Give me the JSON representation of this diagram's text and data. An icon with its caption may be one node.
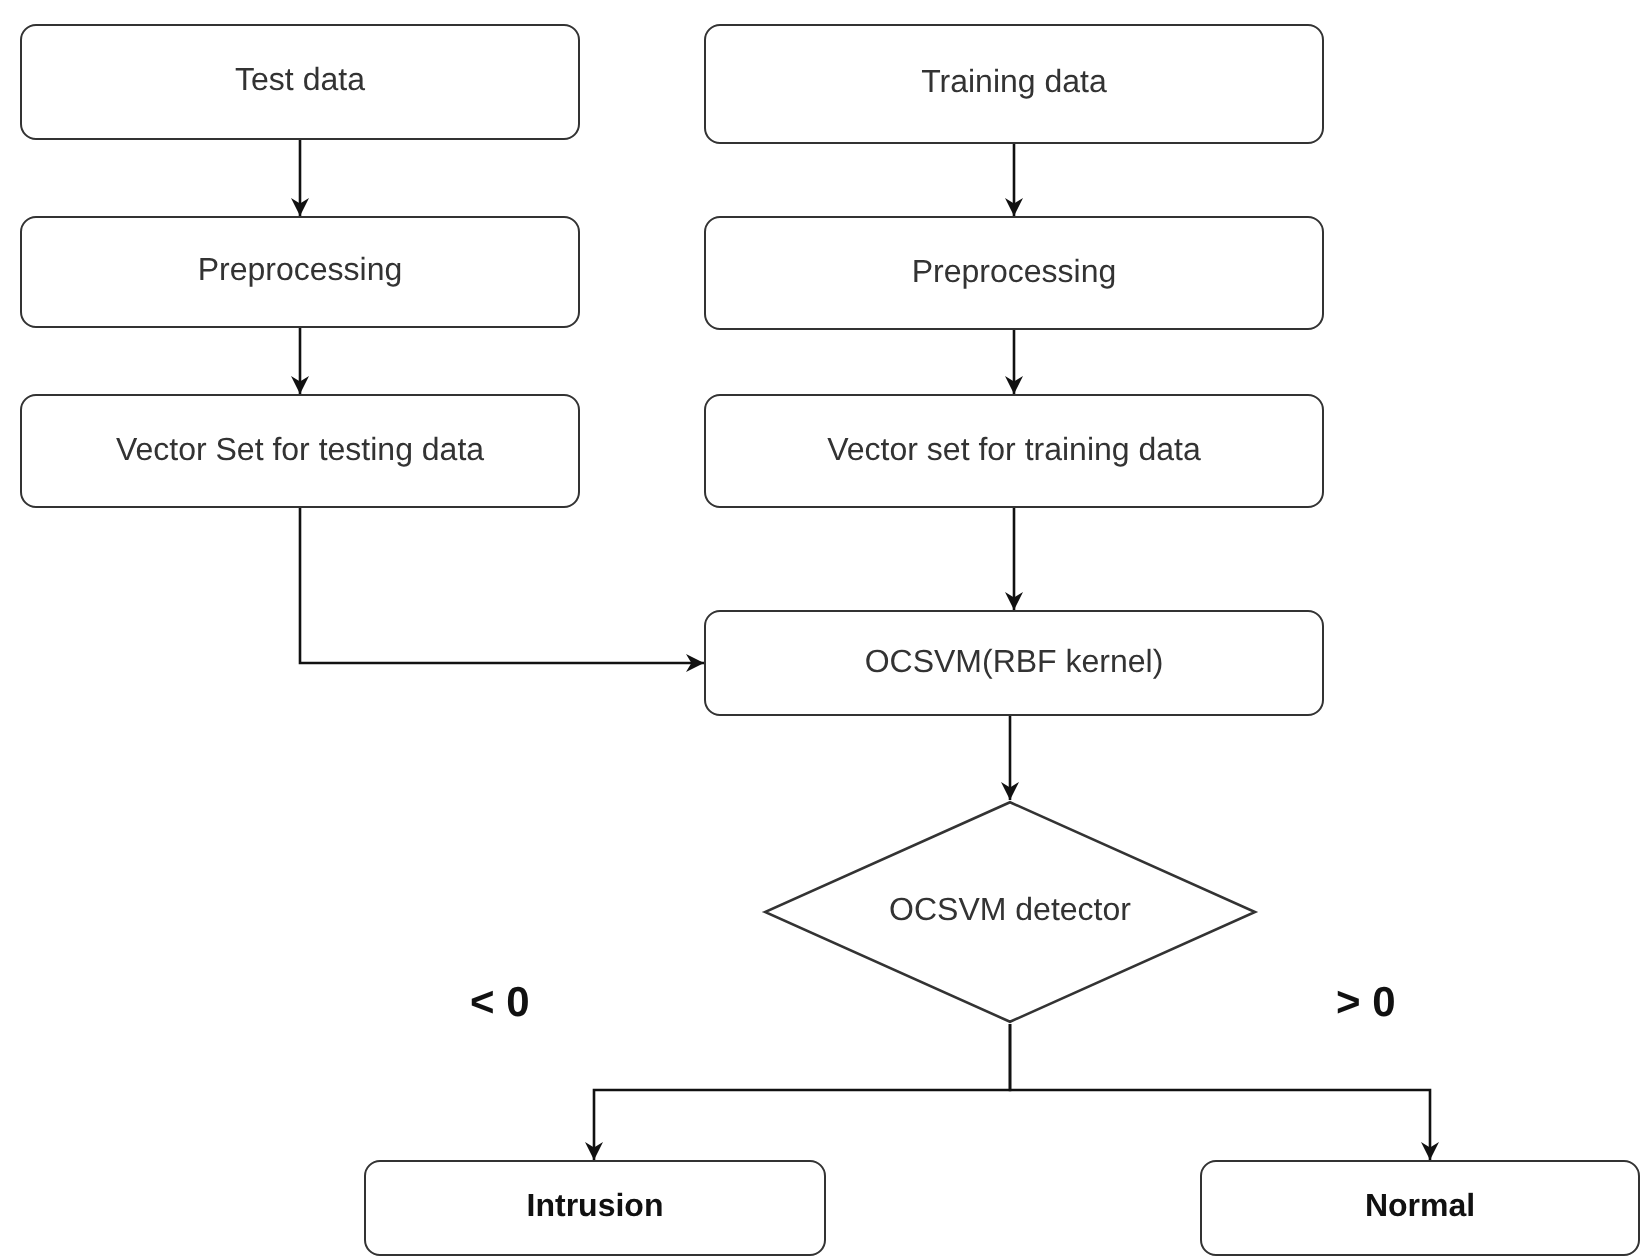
{
  "diagram": {
    "nodes": [
      {
        "text": [
          "Test data"
        ]
      },
      {
        "text": [
          "Preprocessing"
        ]
      },
      {
        "text": [
          "Vector Set for testing data"
        ]
      },
      {
        "text": [
          "Training data"
        ]
      },
      {
        "text": [
          "Preprocessing"
        ]
      },
      {
        "text": [
          "Vector set for training data"
        ]
      },
      {
        "text": [
          "OCSVM(RBF kernel)"
        ]
      },
      {
        "text": [
          "OCSVM detector"
        ]
      },
      {
        "text": [
          "Intrusion"
        ]
      },
      {
        "text": [
          "Normal"
        ]
      }
    ],
    "edges": [
      {
        "from": 0,
        "to": 1,
        "arrow": "to"
      },
      {
        "from": 1,
        "to": 2,
        "arrow": "to"
      },
      {
        "from": 3,
        "to": 4,
        "arrow": "to"
      },
      {
        "from": 4,
        "to": 5,
        "arrow": "to"
      },
      {
        "from": 5,
        "to": 6,
        "arrow": "to"
      },
      {
        "from": 2,
        "to": 6,
        "arrow": "to"
      },
      {
        "from": 6,
        "to": 7,
        "arrow": "to"
      },
      {
        "from": 7,
        "to": 8,
        "arrow": "to",
        "label": "< 0"
      },
      {
        "from": 7,
        "to": 9,
        "arrow": "to",
        "label": "> 0"
      }
    ]
  }
}
